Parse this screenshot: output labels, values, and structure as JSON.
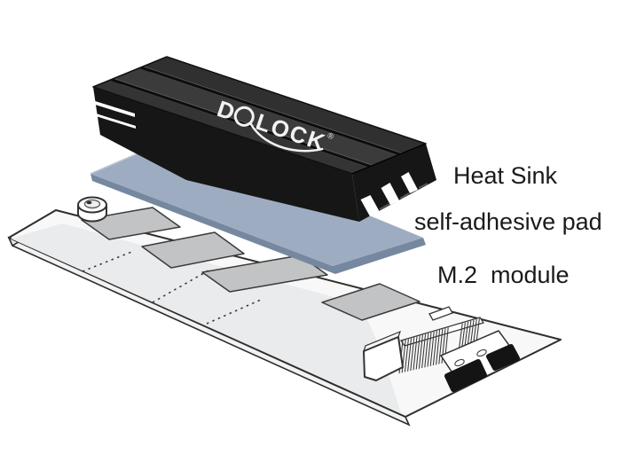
{
  "illustration": {
    "background_color": "#ffffff",
    "heatsink": {
      "logo_d": "D",
      "logo_lock": "LOCK",
      "logo_text": "DeLOCK",
      "reg": "®",
      "body_color": "#303030",
      "face_color": "#161616",
      "logo_color": "#f2f2f2"
    },
    "pad": {
      "top_color": "#9dacc1",
      "edge_color": "#76889f"
    },
    "module": {
      "board_color": "#f8f8f8",
      "inner_area_color": "#eaebec",
      "chip_color": "#c2c3c5",
      "chip_count": 4,
      "length_marking_lines": 3
    },
    "labels": [
      {
        "text": "Heat Sink"
      },
      {
        "text": "self-adhesive pad"
      },
      {
        "text": "M.2  module"
      }
    ],
    "label_color": "#1a1a1a"
  }
}
